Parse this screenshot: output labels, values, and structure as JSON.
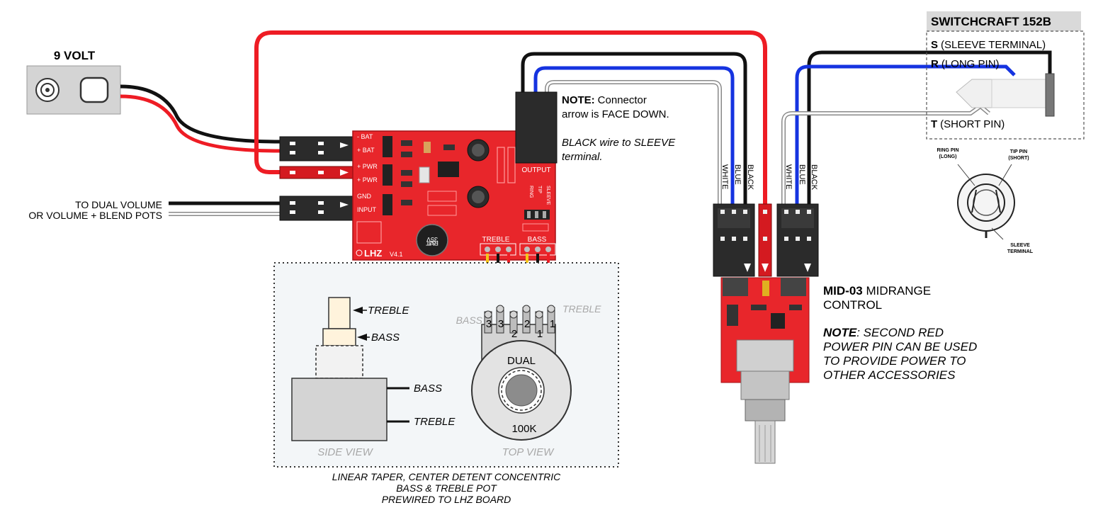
{
  "battery": {
    "label": "9 VOLT"
  },
  "switchcraft": {
    "title": "SWITCHCRAFT 152B",
    "sleeve_letter": "S",
    "sleeve_text": "(SLEEVE TERMINAL)",
    "ring_letter": "R",
    "ring_text": "(LONG PIN)",
    "tip_letter": "T",
    "tip_text": "(SHORT PIN)",
    "ring_pin_label_1": "RING PIN",
    "ring_pin_label_2": "(LONG)",
    "tip_pin_label_1": "TIP PIN",
    "tip_pin_label_2": "(SHORT)",
    "sleeve_label_1": "SLEEVE",
    "sleeve_label_2": "TERMINAL"
  },
  "volume_note": {
    "line1": "TO DUAL VOLUME",
    "line2": "OR VOLUME + BLEND POTS"
  },
  "board": {
    "pins": [
      "- BAT",
      "+ BAT",
      "+ PWR",
      "+ PWR",
      "GND",
      "INPUT"
    ],
    "output_label": "OUTPUT",
    "output_pins": [
      "RING",
      "TIP",
      "SLEEVE"
    ],
    "treble_label": "TREBLE",
    "bass_label": "BASS",
    "logo": "LHZ",
    "version": "V4.1",
    "cap_lines": [
      "33",
      "35V",
      "RVT"
    ]
  },
  "connector_note": {
    "bold": "NOTE:",
    "line1": "Connector",
    "line2": "arrow is FACE DOWN.",
    "line3": "BLACK wire to SLEEVE",
    "line4": "terminal."
  },
  "wire_labels": {
    "left": [
      "WHITE",
      "BLUE",
      "BLACK"
    ],
    "right": [
      "WHITE",
      "BLUE",
      "BLACK"
    ]
  },
  "mid": {
    "title_bold": "MID-03",
    "title_rest": " MIDRANGE",
    "title_line2": "CONTROL",
    "note_bold": "NOTE",
    "note_line1": ": SECOND RED",
    "note_line2": "POWER PIN CAN BE USED",
    "note_line3": "TO PROVIDE POWER TO",
    "note_line4": "OTHER ACCESSORIES"
  },
  "pot_box": {
    "side_treble": "TREBLE",
    "side_bass": "BASS",
    "side_bass_terminal": "BASS",
    "side_treble_terminal": "TREBLE",
    "side_view": "SIDE VIEW",
    "top_bass": "BASS",
    "top_treble": "TREBLE",
    "pin_numbers": [
      "3",
      "3",
      "2",
      "2",
      "1",
      "1"
    ],
    "dual": "DUAL",
    "value": "100K",
    "top_view": "TOP VIEW",
    "caption_line1": "LINEAR TAPER, CENTER DETENT CONCENTRIC",
    "caption_line2": "BASS & TREBLE POT",
    "caption_line3": "PREWIRED TO LHZ BOARD"
  },
  "colors": {
    "board_red": "#e8262b",
    "wire_red": "#ee1c24",
    "wire_blue": "#1533e0",
    "wire_black": "#111111",
    "wire_yellow": "#f5c518",
    "header_gray": "#d9d9d9"
  }
}
